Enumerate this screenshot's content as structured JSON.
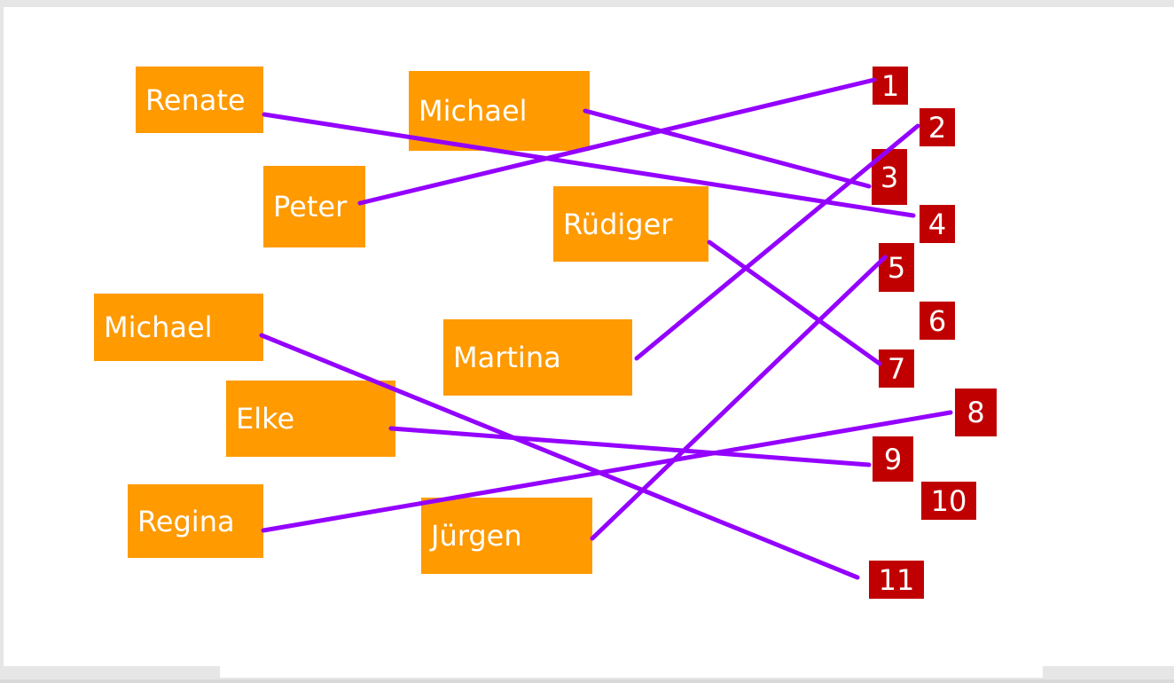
{
  "colors": {
    "name_box": "#ff9a00",
    "number_box": "#c00000",
    "connector": "#9400ff",
    "text": "#ffffff"
  },
  "names": [
    {
      "id": "renate",
      "label": "Renate"
    },
    {
      "id": "peter",
      "label": "Peter"
    },
    {
      "id": "michael-top",
      "label": "Michael"
    },
    {
      "id": "ruediger",
      "label": "Rüdiger"
    },
    {
      "id": "michael-left",
      "label": "Michael"
    },
    {
      "id": "martina",
      "label": "Martina"
    },
    {
      "id": "elke",
      "label": "Elke"
    },
    {
      "id": "regina",
      "label": "Regina"
    },
    {
      "id": "juergen",
      "label": "Jürgen"
    }
  ],
  "numbers": [
    {
      "id": "n1",
      "label": "1"
    },
    {
      "id": "n2",
      "label": "2"
    },
    {
      "id": "n3",
      "label": "3"
    },
    {
      "id": "n4",
      "label": "4"
    },
    {
      "id": "n5",
      "label": "5"
    },
    {
      "id": "n6",
      "label": "6"
    },
    {
      "id": "n7",
      "label": "7"
    },
    {
      "id": "n8",
      "label": "8"
    },
    {
      "id": "n9",
      "label": "9"
    },
    {
      "id": "n10",
      "label": "10"
    },
    {
      "id": "n11",
      "label": "11"
    }
  ],
  "connections": [
    {
      "from": "renate",
      "to": "4"
    },
    {
      "from": "michael-top",
      "to": "3"
    },
    {
      "from": "peter",
      "to": "1"
    },
    {
      "from": "ruediger",
      "to": "7"
    },
    {
      "from": "martina",
      "to": "2"
    },
    {
      "from": "michael-left",
      "to": "11"
    },
    {
      "from": "elke",
      "to": "9"
    },
    {
      "from": "regina",
      "to": "8"
    },
    {
      "from": "juergen",
      "to": "5"
    }
  ]
}
